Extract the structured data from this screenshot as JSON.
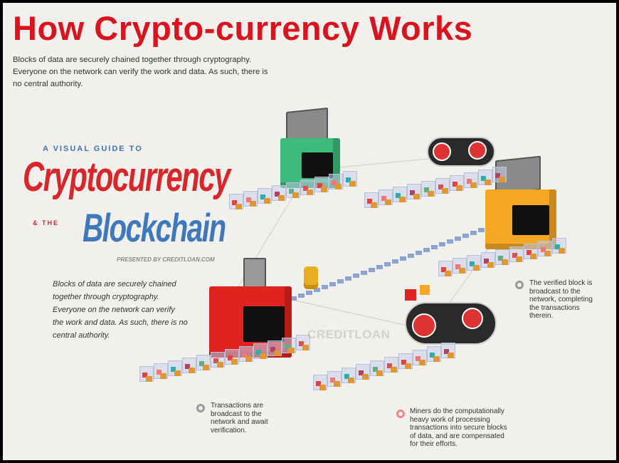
{
  "header": {
    "title": "How Crypto-currency Works",
    "intro": "Blocks of data are securely chained together through cryptography. Everyone on the network can verify the work and data. As such, there is no central authority."
  },
  "guide": {
    "kicker": "A VISUAL GUIDE TO",
    "title_main": "Cryptocurrency",
    "and_the": "& THE",
    "title_sub": "Blockchain",
    "presented_by": "PRESENTED BY CREDITLOAN.COM",
    "description": "Blocks of data are securely chained together through cryptography. Everyone on the network can verify the work and data. As such, there is no central authority."
  },
  "notes": {
    "broadcast": "Transactions are broadcast to the network and await verification.",
    "miners": "Miners do the computationally heavy work of processing transactions into secure blocks of data, and are compensated for their efforts.",
    "verified": "The verified block is broadcast to the network, completing the transactions therein."
  },
  "watermark": "CREDITLOAN",
  "colors": {
    "title_red": "#d9141e",
    "blockchain_blue": "#3f79bb",
    "safe_green": "#3dbb7a",
    "safe_orange": "#f5a623",
    "safe_red": "#e0231f"
  }
}
